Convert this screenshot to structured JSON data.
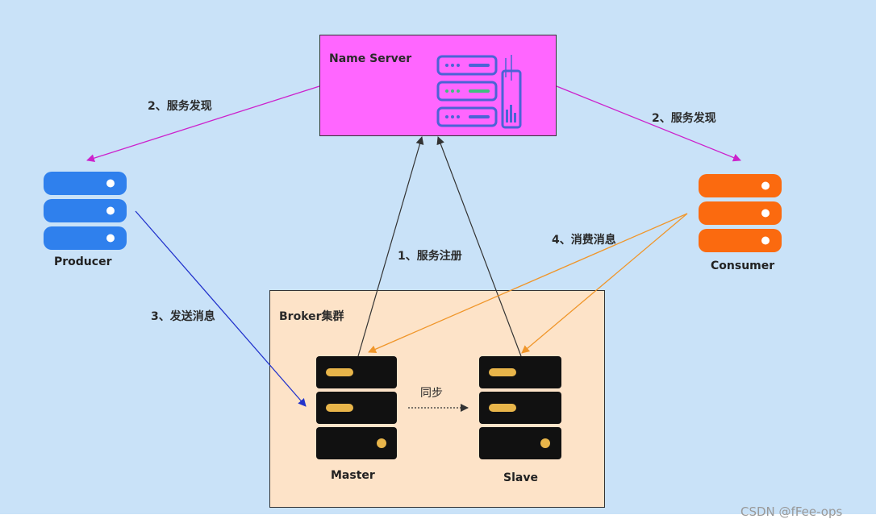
{
  "name_server": {
    "title": "Name Server"
  },
  "producer": {
    "label": "Producer"
  },
  "consumer": {
    "label": "Consumer"
  },
  "broker_cluster": {
    "title": "Broker集群",
    "master_label": "Master",
    "slave_label": "Slave",
    "sync_label": "同步"
  },
  "edges": {
    "discovery_left": "2、服务发现",
    "discovery_right": "2、服务发现",
    "registration": "1、服务注册",
    "send_message": "3、发送消息",
    "consume_message": "4、消费消息"
  },
  "watermark": "CSDN @fFee-ops",
  "colors": {
    "name_server_fill": "#ff66ff",
    "broker_fill": "#fde3c8",
    "background": "#c9e2f8",
    "producer": "#2f80ed",
    "consumer": "#fb6a0f",
    "discovery_arrow": "#cc22cc",
    "send_arrow": "#2233cc",
    "consume_arrow": "#f0962a",
    "register_arrow": "#333333"
  },
  "icons": [
    "server-stack-icon",
    "name-server-icon",
    "broker-server-icon"
  ]
}
